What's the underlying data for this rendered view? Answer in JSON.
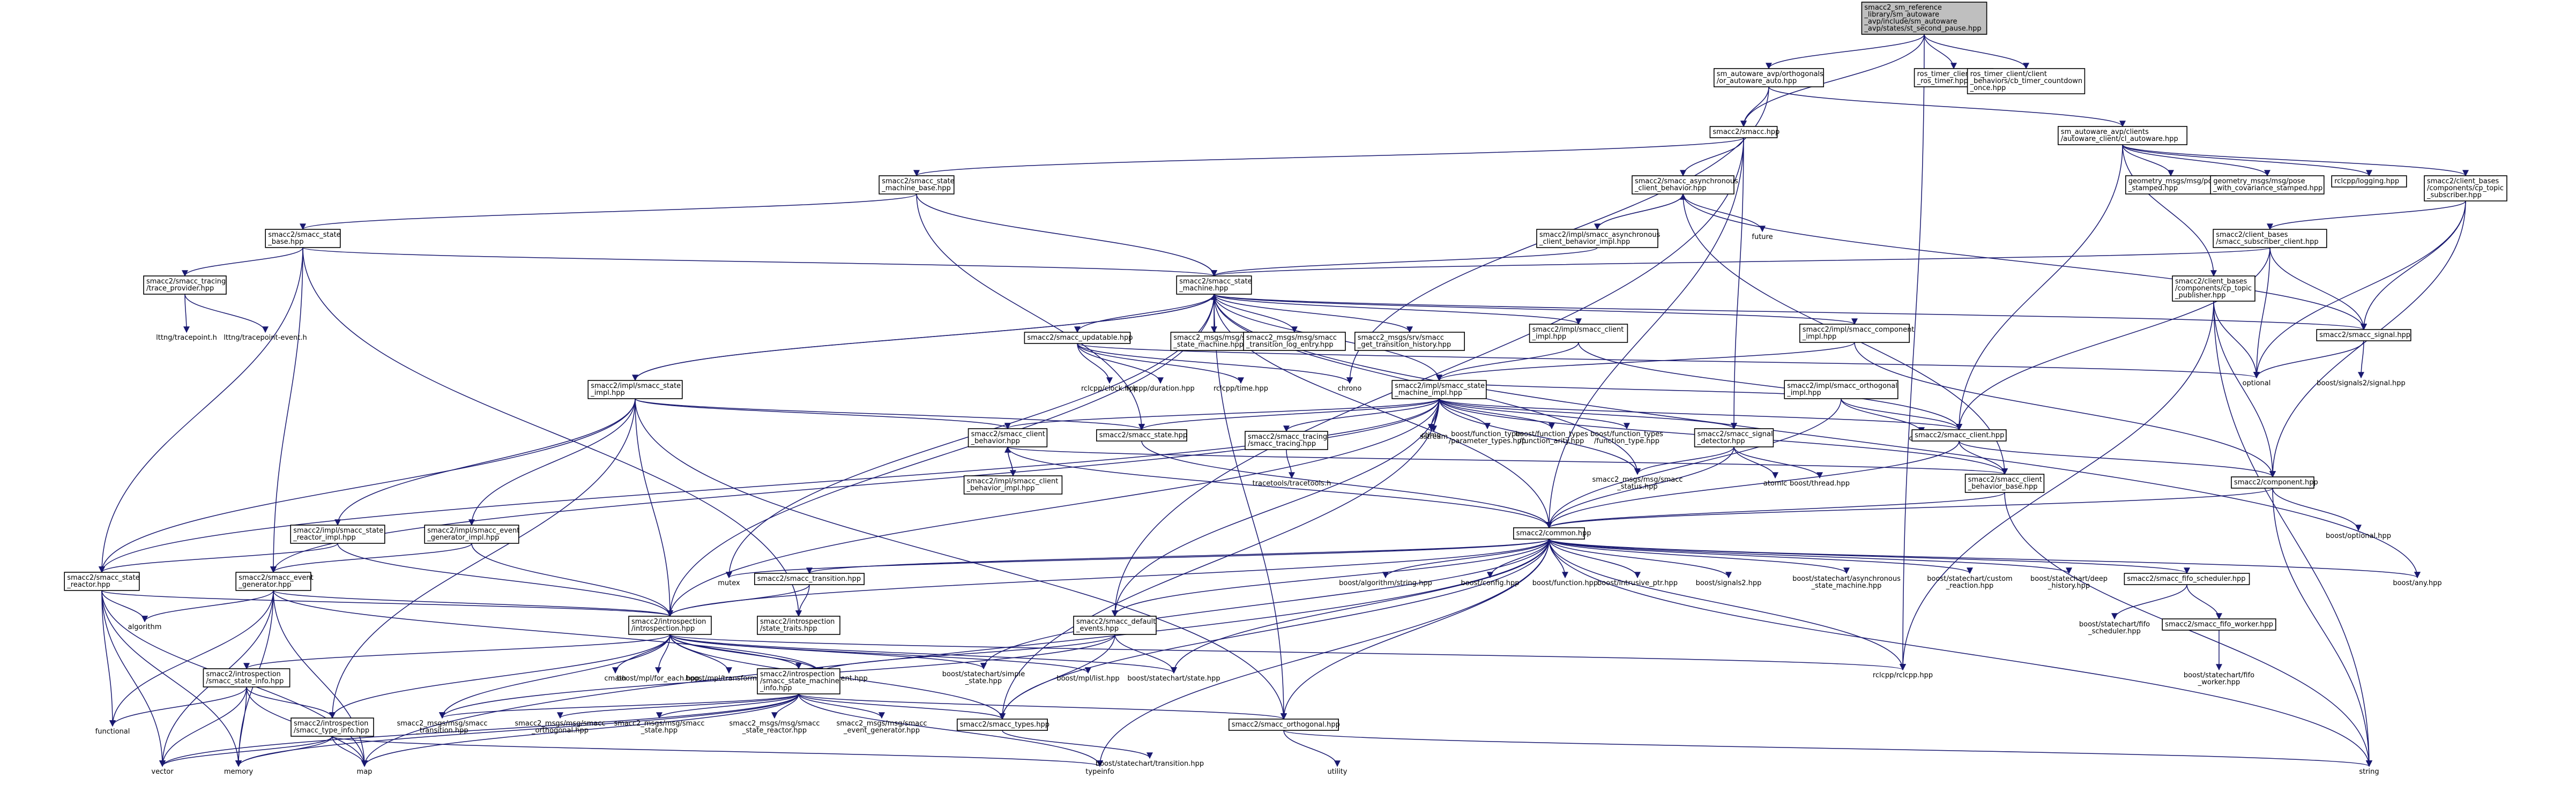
{
  "colors": {
    "edge": "#191970",
    "root_fill": "#bfbfbf",
    "node_fill": "#ffffff",
    "node_stroke": "#000000",
    "plain_text": "#000000"
  },
  "nodes": [
    {
      "id": "root",
      "lines": [
        "smacc2_sm_reference",
        "_library/sm_autoware",
        "_avp/include/sm_autoware",
        "_avp/states/st_second_pause.hpp"
      ],
      "root": true
    },
    {
      "id": "orth",
      "lines": [
        "sm_autoware_avp/orthogonals",
        "/or_autoware_auto.hpp"
      ]
    },
    {
      "id": "rostimer",
      "lines": [
        "ros_timer_client/cl",
        "_ros_timer.hpp"
      ]
    },
    {
      "id": "cbtimer",
      "lines": [
        "ros_timer_client/client",
        "_behaviors/cb_timer_countdown",
        "_once.hpp"
      ]
    },
    {
      "id": "smacchpp",
      "lines": [
        "smacc2/smacc.hpp"
      ]
    },
    {
      "id": "clautoware",
      "lines": [
        "sm_autoware_avp/clients",
        "/autoware_client/cl_autoware.hpp"
      ]
    },
    {
      "id": "smbase",
      "lines": [
        "smacc2/smacc_state",
        "_machine_base.hpp"
      ]
    },
    {
      "id": "async",
      "lines": [
        "smacc2/smacc_asynchronous",
        "_client_behavior.hpp"
      ]
    },
    {
      "id": "posestamped",
      "lines": [
        "geometry_msgs/msg/pose",
        "_stamped.hpp"
      ]
    },
    {
      "id": "posecov",
      "lines": [
        "geometry_msgs/msg/pose",
        "_with_covariance_stamped.hpp"
      ]
    },
    {
      "id": "rclcpplog",
      "lines": [
        "rclcpp/logging.hpp"
      ]
    },
    {
      "id": "cptopicsub",
      "lines": [
        "smacc2/client_bases",
        "/components/cp_topic",
        "_subscriber.hpp"
      ]
    },
    {
      "id": "statebase",
      "lines": [
        "smacc2/smacc_state",
        "_base.hpp"
      ]
    },
    {
      "id": "future",
      "lines": [
        "future"
      ],
      "plain": true
    },
    {
      "id": "asyncimpl",
      "lines": [
        "smacc2/impl/smacc_asynchronous",
        "_client_behavior_impl.hpp"
      ]
    },
    {
      "id": "subclient",
      "lines": [
        "smacc2/client_bases",
        "/smacc_subscriber_client.hpp"
      ]
    },
    {
      "id": "tracing",
      "lines": [
        "smacc2/smacc_tracing",
        "/trace_provider.hpp"
      ]
    },
    {
      "id": "statemachine",
      "lines": [
        "smacc2/smacc_state",
        "_machine.hpp"
      ]
    },
    {
      "id": "lttp",
      "lines": [
        "lttng/tracepoint.h"
      ],
      "plain": true
    },
    {
      "id": "lttpev",
      "lines": [
        "lttng/tracepoint-event.h"
      ],
      "plain": true
    },
    {
      "id": "updatable",
      "lines": [
        "smacc2/smacc_updatable.hpp"
      ]
    },
    {
      "id": "msgsm",
      "lines": [
        "smacc2_msgs/msg/smacc",
        "_state_machine.hpp"
      ]
    },
    {
      "id": "msglog",
      "lines": [
        "smacc2_msgs/msg/smacc",
        "_transition_log_entry.hpp"
      ]
    },
    {
      "id": "srvhist",
      "lines": [
        "smacc2_msgs/srv/smacc",
        "_get_transition_history.hpp"
      ]
    },
    {
      "id": "clientimpl",
      "lines": [
        "smacc2/impl/smacc_client",
        "_impl.hpp"
      ]
    },
    {
      "id": "compimpl",
      "lines": [
        "smacc2/impl/smacc_component",
        "_impl.hpp"
      ]
    },
    {
      "id": "cptopicpub",
      "lines": [
        "smacc2/client_bases",
        "/components/cp_topic",
        "_publisher.hpp"
      ]
    },
    {
      "id": "signal",
      "lines": [
        "smacc2/smacc_signal.hpp"
      ]
    },
    {
      "id": "rclclock",
      "lines": [
        "rclcpp/clock.hpp"
      ],
      "plain": true
    },
    {
      "id": "rcldur",
      "lines": [
        "rclcpp/duration.hpp"
      ],
      "plain": true
    },
    {
      "id": "rcltime",
      "lines": [
        "rclcpp/time.hpp"
      ],
      "plain": true
    },
    {
      "id": "chrono",
      "lines": [
        "chrono"
      ],
      "plain": true
    },
    {
      "id": "stateimpl",
      "lines": [
        "smacc2/impl/smacc_state",
        "_impl.hpp"
      ]
    },
    {
      "id": "smimpl",
      "lines": [
        "smacc2/impl/smacc_state",
        "_machine_impl.hpp"
      ]
    },
    {
      "id": "orthimpl",
      "lines": [
        "smacc2/impl/smacc_orthogonal",
        "_impl.hpp"
      ]
    },
    {
      "id": "optional",
      "lines": [
        "optional"
      ],
      "plain": true
    },
    {
      "id": "boostsig2",
      "lines": [
        "boost/signals2/signal.hpp"
      ],
      "plain": true
    },
    {
      "id": "clbehavior",
      "lines": [
        "smacc2/smacc_client",
        "_behavior.hpp"
      ]
    },
    {
      "id": "statehpp",
      "lines": [
        "smacc2/smacc_state.hpp"
      ]
    },
    {
      "id": "smtracing",
      "lines": [
        "smacc2/smacc_tracing",
        "/smacc_tracing.hpp"
      ]
    },
    {
      "id": "ctime",
      "lines": [
        "ctime"
      ],
      "plain": true
    },
    {
      "id": "bftypes",
      "lines": [
        "boost/function_types",
        "/parameter_types.hpp"
      ],
      "plain": true
    },
    {
      "id": "sstream",
      "lines": [
        "sstream"
      ],
      "plain": true
    },
    {
      "id": "bfarity",
      "lines": [
        "boost/function_types",
        "/function_arity.hpp"
      ],
      "plain": true
    },
    {
      "id": "bftype",
      "lines": [
        "boost/function_types",
        "/function_type.hpp"
      ],
      "plain": true
    },
    {
      "id": "sigdetector",
      "lines": [
        "smacc2/smacc_signal",
        "_detector.hpp"
      ]
    },
    {
      "id": "cassert",
      "lines": [
        "cassert"
      ],
      "plain": true
    },
    {
      "id": "clienthpp",
      "lines": [
        "smacc2/smacc_client.hpp"
      ]
    },
    {
      "id": "clbimpl",
      "lines": [
        "smacc2/impl/smacc_client",
        "_behavior_impl.hpp"
      ]
    },
    {
      "id": "tptracing",
      "lines": [
        "tracetools/tracetools.h"
      ],
      "plain": true
    },
    {
      "id": "msgstatus",
      "lines": [
        "smacc2_msgs/msg/smacc",
        "_status.hpp"
      ],
      "plain": true
    },
    {
      "id": "atomic",
      "lines": [
        "atomic"
      ],
      "plain": true
    },
    {
      "id": "bthread",
      "lines": [
        "boost/thread.hpp"
      ],
      "plain": true
    },
    {
      "id": "clbbase",
      "lines": [
        "smacc2/smacc_client",
        "_behavior_base.hpp"
      ]
    },
    {
      "id": "component",
      "lines": [
        "smacc2/component.hpp"
      ]
    },
    {
      "id": "boptional",
      "lines": [
        "boost/optional.hpp"
      ],
      "plain": true
    },
    {
      "id": "srimpl",
      "lines": [
        "smacc2/impl/smacc_state",
        "_reactor_impl.hpp"
      ]
    },
    {
      "id": "egimpl",
      "lines": [
        "smacc2/impl/smacc_event",
        "_generator_impl.hpp"
      ]
    },
    {
      "id": "common",
      "lines": [
        "smacc2/common.hpp"
      ]
    },
    {
      "id": "reactor",
      "lines": [
        "smacc2/smacc_state",
        "_reactor.hpp"
      ]
    },
    {
      "id": "evgen",
      "lines": [
        "smacc2/smacc_event",
        "_generator.hpp"
      ]
    },
    {
      "id": "mutex",
      "lines": [
        "mutex"
      ],
      "plain": true
    },
    {
      "id": "transition",
      "lines": [
        "smacc2/smacc_transition.hpp"
      ]
    },
    {
      "id": "balgo",
      "lines": [
        "boost/algorithm/string.hpp"
      ],
      "plain": true
    },
    {
      "id": "bconfig",
      "lines": [
        "boost/config.hpp"
      ],
      "plain": true
    },
    {
      "id": "bfunc",
      "lines": [
        "boost/function.hpp"
      ],
      "plain": true
    },
    {
      "id": "bintr",
      "lines": [
        "boost/intrusive_ptr.hpp"
      ],
      "plain": true
    },
    {
      "id": "bsig2",
      "lines": [
        "boost/signals2.hpp"
      ],
      "plain": true
    },
    {
      "id": "bscasync",
      "lines": [
        "boost/statechart/asynchronous",
        "_state_machine.hpp"
      ],
      "plain": true
    },
    {
      "id": "bsccustom",
      "lines": [
        "boost/statechart/custom",
        "_reaction.hpp"
      ],
      "plain": true
    },
    {
      "id": "bscdeep",
      "lines": [
        "boost/statechart/deep",
        "_history.hpp"
      ],
      "plain": true
    },
    {
      "id": "fifosched",
      "lines": [
        "smacc2/smacc_fifo_scheduler.hpp"
      ]
    },
    {
      "id": "bany",
      "lines": [
        "boost/any.hpp"
      ],
      "plain": true
    },
    {
      "id": "algorithm",
      "lines": [
        "algorithm"
      ],
      "plain": true
    },
    {
      "id": "introspection",
      "lines": [
        "smacc2/introspection",
        "/introspection.hpp"
      ]
    },
    {
      "id": "strtraits",
      "lines": [
        "smacc2/introspection",
        "/state_traits.hpp"
      ]
    },
    {
      "id": "defevents",
      "lines": [
        "smacc2/smacc_default",
        "_events.hpp"
      ]
    },
    {
      "id": "bscfifosched",
      "lines": [
        "boost/statechart/fifo",
        "_scheduler.hpp"
      ],
      "plain": true
    },
    {
      "id": "fifoworker",
      "lines": [
        "smacc2/smacc_fifo_worker.hpp"
      ]
    },
    {
      "id": "rclcpphpp",
      "lines": [
        "rclcpp/rclcpp.hpp"
      ],
      "plain": true
    },
    {
      "id": "bscfifow",
      "lines": [
        "boost/statechart/fifo",
        "_worker.hpp"
      ],
      "plain": true
    },
    {
      "id": "stateinfo",
      "lines": [
        "smacc2/introspection",
        "/smacc_state_info.hpp"
      ]
    },
    {
      "id": "cmath",
      "lines": [
        "cmath"
      ],
      "plain": true
    },
    {
      "id": "bforeach",
      "lines": [
        "boost/mpl/for_each.hpp"
      ],
      "plain": true
    },
    {
      "id": "btransform",
      "lines": [
        "boost/mpl/transform.hpp"
      ],
      "plain": true
    },
    {
      "id": "bscevent",
      "lines": [
        "boost/statechart/event.hpp"
      ],
      "plain": true
    },
    {
      "id": "bscsimple",
      "lines": [
        "boost/statechart/simple",
        "_state.hpp"
      ],
      "plain": true
    },
    {
      "id": "bmpllist",
      "lines": [
        "boost/mpl/list.hpp"
      ],
      "plain": true
    },
    {
      "id": "bscstate",
      "lines": [
        "boost/statechart/state.hpp"
      ],
      "plain": true
    },
    {
      "id": "functional",
      "lines": [
        "functional"
      ],
      "plain": true
    },
    {
      "id": "typeinfo",
      "lines": [
        "smacc2/introspection",
        "/smacc_type_info.hpp"
      ]
    },
    {
      "id": "msgtrans",
      "lines": [
        "smacc2_msgs/msg/smacc",
        "_transition.hpp"
      ],
      "plain": true
    },
    {
      "id": "msgorth",
      "lines": [
        "smacc2_msgs/msg/smacc",
        "_orthogonal.hpp"
      ],
      "plain": true
    },
    {
      "id": "msgstate",
      "lines": [
        "smacc2_msgs/msg/smacc",
        "_state.hpp"
      ],
      "plain": true
    },
    {
      "id": "msgsreact",
      "lines": [
        "smacc2_msgs/msg/smacc",
        "_state_reactor.hpp"
      ],
      "plain": true
    },
    {
      "id": "msgevgen",
      "lines": [
        "smacc2_msgs/msg/smacc",
        "_event_generator.hpp"
      ],
      "plain": true
    },
    {
      "id": "smacctypes",
      "lines": [
        "smacc2/smacc_types.hpp"
      ]
    },
    {
      "id": "smorth",
      "lines": [
        "smacc2/smacc_orthogonal.hpp"
      ]
    },
    {
      "id": "smsminfo",
      "lines": [
        "smacc2/introspection",
        "/smacc_state_machine",
        "_info.hpp"
      ]
    },
    {
      "id": "memory",
      "lines": [
        "memory"
      ],
      "plain": true
    },
    {
      "id": "vector",
      "lines": [
        "vector"
      ],
      "plain": true
    },
    {
      "id": "map",
      "lines": [
        "map"
      ],
      "plain": true
    },
    {
      "id": "typeinfostd",
      "lines": [
        "typeinfo"
      ],
      "plain": true
    },
    {
      "id": "bsctrans",
      "lines": [
        "boost/statechart/transition.hpp"
      ],
      "plain": true
    },
    {
      "id": "utility",
      "lines": [
        "utility"
      ],
      "plain": true
    },
    {
      "id": "string",
      "lines": [
        "string"
      ],
      "plain": true
    }
  ]
}
